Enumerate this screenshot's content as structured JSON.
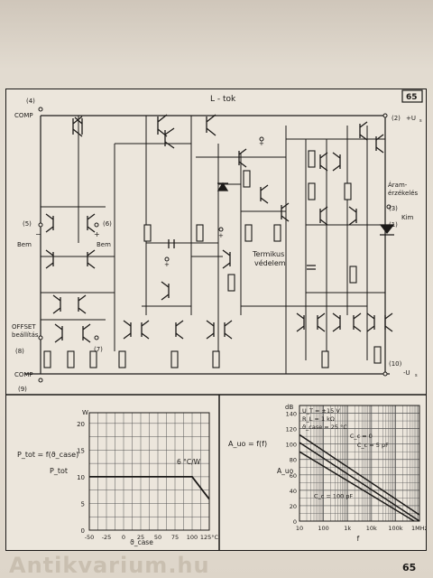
{
  "header": {
    "title": "L - tok",
    "box_number": "65"
  },
  "circuit": {
    "pins": [
      {
        "num": "(4)",
        "label": "COMP"
      },
      {
        "num": "(2)",
        "label": "+U"
      },
      {
        "num": "(5)",
        "label": "Bem"
      },
      {
        "num": "(6)",
        "label": "Bem"
      },
      {
        "num": "(3)",
        "label": "Kim"
      },
      {
        "num": "(1)",
        "label": ""
      },
      {
        "num": "(8)",
        "label": ""
      },
      {
        "num": "(7)",
        "label": ""
      },
      {
        "num": "(9)",
        "label": "COMP"
      },
      {
        "num": "(10)",
        "label": "-U"
      }
    ],
    "labels": {
      "offset_1": "OFFSET",
      "offset_2": "beállítás",
      "current_1": "Áram-",
      "current_2": "érzékelés",
      "thermal_1": "Termikus",
      "thermal_2": "védelem",
      "plus": "+",
      "minus": "−",
      "sub_s": "s"
    }
  },
  "chart_data": [
    {
      "type": "line",
      "title": "P_tot = f(ϑ_case)",
      "ylabel": "P_tot",
      "ylabel_unit": "W",
      "xlabel": "ϑ_case",
      "yticks": [
        0,
        5,
        10,
        15,
        20
      ],
      "xticks": [
        "-50",
        "-25",
        "0",
        "25",
        "50",
        "75",
        "100",
        "125°C"
      ],
      "xlim": [
        -50,
        125
      ],
      "ylim": [
        0,
        22
      ],
      "grid": true,
      "annotation": "6 °C/W",
      "series": [
        {
          "x": [
            -50,
            100,
            125
          ],
          "y": [
            10,
            10,
            5.8
          ]
        }
      ]
    },
    {
      "type": "line",
      "title": "A_uo = f(f)",
      "ylabel": "A_uo",
      "ylabel_unit": "dB",
      "xlabel": "f",
      "x_scale": "log",
      "yticks": [
        0,
        20,
        40,
        60,
        80,
        100,
        120,
        140
      ],
      "xticks": [
        "10",
        "100",
        "1k",
        "10k",
        "100k",
        "1MHz"
      ],
      "xlim": [
        10,
        1000000
      ],
      "ylim": [
        0,
        150
      ],
      "grid": true,
      "conditions": [
        "U_T = ±15 V",
        "R_L = 1 kΩ",
        "ϑ_case = 25 °C"
      ],
      "series": [
        {
          "name": "C_c = 0",
          "x": [
            10,
            1000000
          ],
          "y": [
            112,
            8
          ]
        },
        {
          "name": "C_c = 5 pF",
          "x": [
            10,
            1000000
          ],
          "y": [
            102,
            -2
          ]
        },
        {
          "name": "C_c = 100 pF",
          "x": [
            10,
            600000
          ],
          "y": [
            90,
            0
          ]
        }
      ]
    }
  ],
  "footer": {
    "page_number": "65",
    "watermark": "Antikvarium.hu"
  }
}
